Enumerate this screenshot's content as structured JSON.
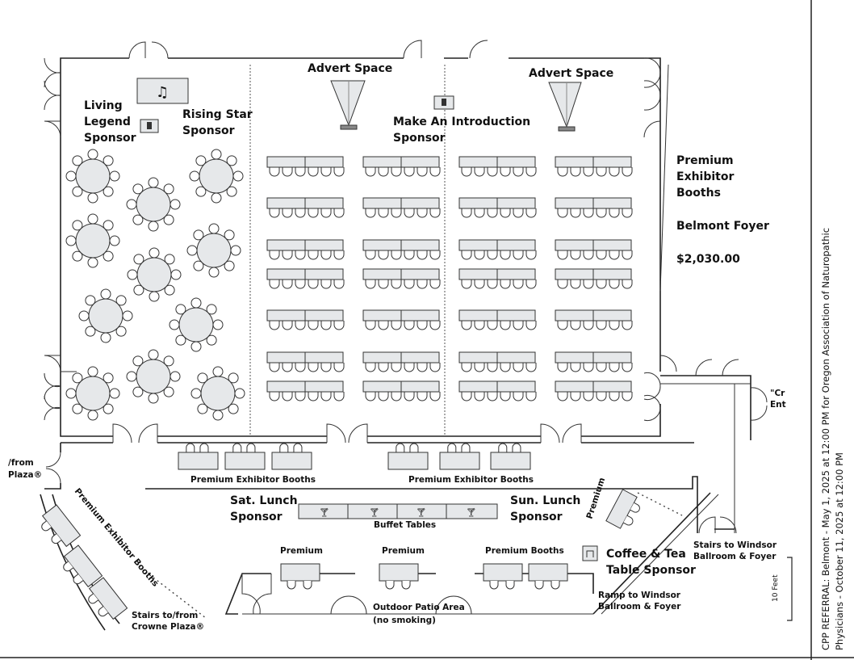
{
  "labels": {
    "advert_left": "Advert Space",
    "advert_right": "Advert Space",
    "living_legend": [
      "Living",
      "Legend",
      "Sponsor"
    ],
    "rising_star": [
      "Rising Star",
      "Sponsor"
    ],
    "make_intro": [
      "Make An Introduction",
      "Sponsor"
    ],
    "premium_exhibitor": [
      "Premium",
      "Exhibitor",
      "Booths"
    ],
    "belmont_foyer": "Belmont Foyer",
    "price": "$2,030.00",
    "crowne_entry": [
      "\"Cr",
      "Ent"
    ],
    "from_plaza": [
      "/from",
      "Plaza®"
    ],
    "booths_left": "Premium Exhibitor Booths",
    "booths_right": "Premium Exhibitor Booths",
    "sat_lunch": [
      "Sat. Lunch",
      "Sponsor"
    ],
    "sun_lunch": [
      "Sun. Lunch",
      "Sponsor"
    ],
    "buffet": "Buffet Tables",
    "premium_angled": "Premium",
    "premium_diag": "Premium Exhibitor Booths",
    "premium_1": "Premium",
    "premium_2": "Premium",
    "premium_booths": "Premium Booths",
    "coffee": [
      "Coffee & Tea",
      "Table Sponsor"
    ],
    "stairs_windsor": [
      "Stairs to Windsor",
      "Ballroom & Foyer"
    ],
    "ramp_windsor": [
      "Ramp to Windsor",
      "Ballroom & Foyer"
    ],
    "patio": [
      "Outdoor Patio Area",
      "(no smoking)"
    ],
    "stairs_crowne": [
      "Stairs to/from",
      "Crowne Plaza®"
    ],
    "scale": "10 Feet",
    "referral": [
      "CPP REFERRAL: Belmont - May 1, 2025 at 12:00 PM for Oregon Association of Naturopathic",
      "Physicians - October 11, 2025 at 12:00 PM"
    ]
  },
  "icons": {
    "music": "music-note-icon",
    "podium": "podium-icon",
    "coffee": "coffee-icon",
    "wine": "wine-glass-icon"
  }
}
